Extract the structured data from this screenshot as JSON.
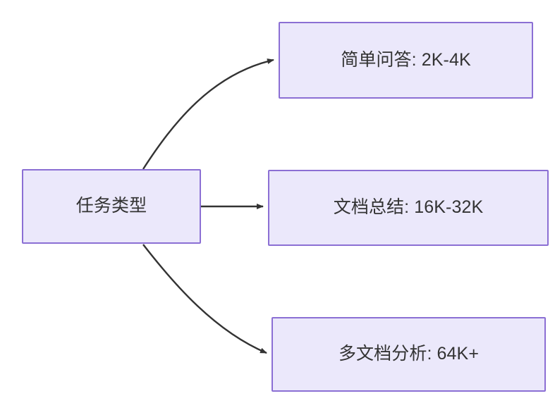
{
  "diagram": {
    "type": "flowchart",
    "direction": "left-to-right",
    "background_color": "#ffffff",
    "node_fill_color": "#ebe8fb",
    "node_border_color": "#8b6fd4",
    "node_text_color": "#333333",
    "edge_color": "#333333",
    "source": {
      "id": "task-type",
      "label": "任务类型"
    },
    "targets": [
      {
        "id": "simple-qa",
        "label": "简单问答: 2K-4K",
        "edge_style": "curved"
      },
      {
        "id": "doc-summary",
        "label": "文档总结: 16K-32K",
        "edge_style": "straight"
      },
      {
        "id": "multi-doc-analysis",
        "label": "多文档分析: 64K+",
        "edge_style": "curved"
      }
    ]
  }
}
